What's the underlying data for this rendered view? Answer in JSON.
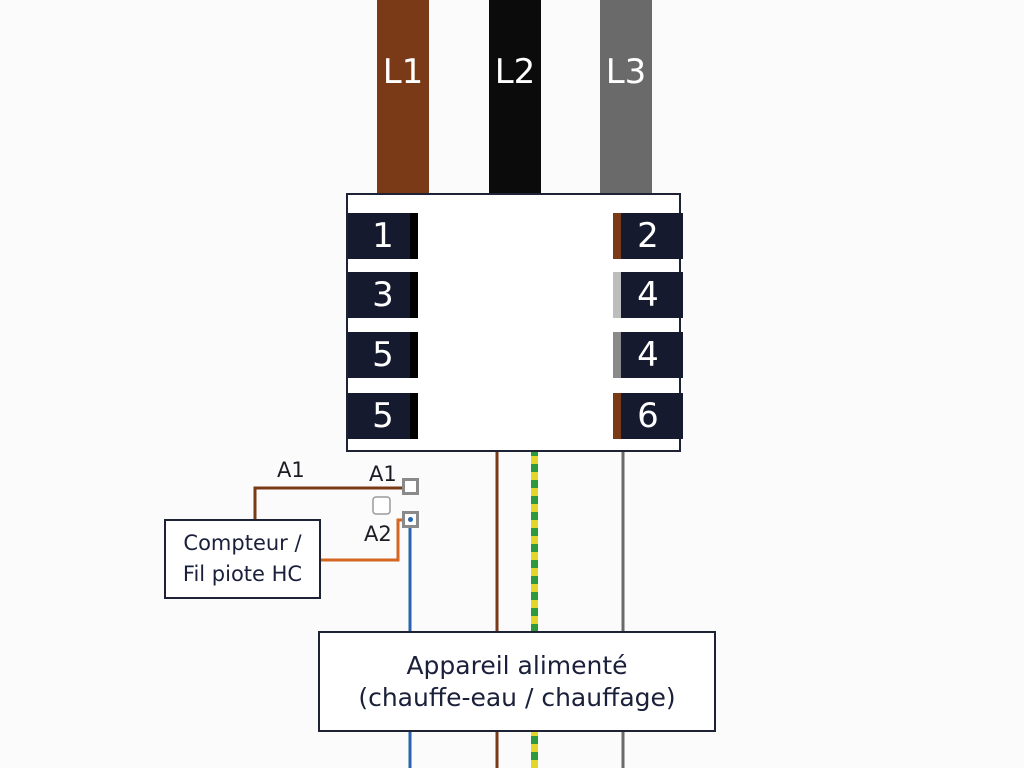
{
  "colors": {
    "l1": "#7a3a17",
    "l2": "#0b0b0b",
    "l3": "#6a6a6a",
    "terminal": "#151a2e",
    "neutral": "#2a63b0",
    "earth_green": "#2e9a3e",
    "earth_yellow": "#e2d62a",
    "pilot": "#d4661f"
  },
  "phases": [
    {
      "label": "L1"
    },
    {
      "label": "L2"
    },
    {
      "label": "L3"
    }
  ],
  "terminals_left": [
    "1",
    "3",
    "5",
    "5"
  ],
  "terminals_right": [
    "2",
    "4",
    "4",
    "6"
  ],
  "coil": {
    "a1_left": "A1",
    "a1": "A1",
    "a2": "A2"
  },
  "control_box": {
    "line1": "Compteur /",
    "line2": "Fil piote HC"
  },
  "load_box": {
    "line1": "Appareil alimenté",
    "line2": "(chauffe-eau / chauffage)"
  }
}
